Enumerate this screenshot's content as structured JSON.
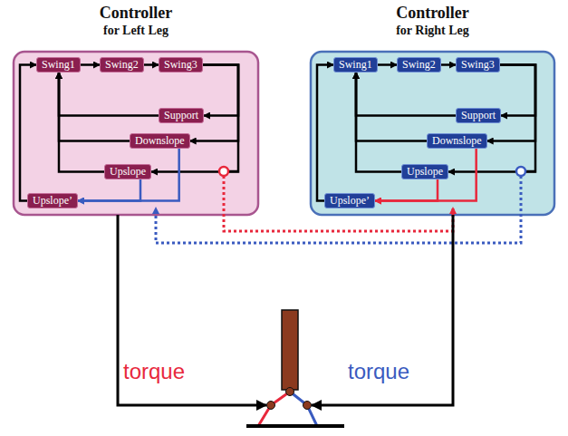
{
  "diagram": {
    "nodes": [
      {
        "text": [
          "Controller",
          "for Left Leg"
        ]
      },
      {
        "text": [
          "Controller",
          "for Right Leg"
        ]
      },
      {
        "text": [
          "Swing1"
        ],
        "in": 0
      },
      {
        "text": [
          "Swing2"
        ],
        "in": 0
      },
      {
        "text": [
          "Swing3"
        ],
        "in": 0
      },
      {
        "text": [
          "Support"
        ],
        "in": 0
      },
      {
        "text": [
          "Downslope"
        ],
        "in": 0
      },
      {
        "text": [
          "Upslope"
        ],
        "in": 0
      },
      {
        "text": [
          "Upslope’"
        ],
        "in": 0
      },
      {
        "text": [
          "Swing1"
        ],
        "in": 1
      },
      {
        "text": [
          "Swing2"
        ],
        "in": 1
      },
      {
        "text": [
          "Swing3"
        ],
        "in": 1
      },
      {
        "text": [
          "Support"
        ],
        "in": 1
      },
      {
        "text": [
          "Downslope"
        ],
        "in": 1
      },
      {
        "text": [
          "Upslope"
        ],
        "in": 1
      },
      {
        "text": [
          "Upslope’"
        ],
        "in": 1
      }
    ],
    "edges": [
      {
        "from": 2,
        "to": 3,
        "arrow": "to"
      },
      {
        "from": 3,
        "to": 4,
        "arrow": "to"
      },
      {
        "from": 4,
        "to": 5,
        "arrow": "to"
      },
      {
        "from": 4,
        "to": 6,
        "arrow": "to"
      },
      {
        "from": 4,
        "to": 7,
        "arrow": "to"
      },
      {
        "from": 5,
        "to": 2,
        "arrow": "to"
      },
      {
        "from": 6,
        "to": 2,
        "arrow": "to"
      },
      {
        "from": 7,
        "to": 2,
        "arrow": "to"
      },
      {
        "from": 8,
        "to": 2,
        "arrow": "to"
      },
      {
        "from": 6,
        "to": 8,
        "arrow": "to"
      },
      {
        "from": 7,
        "to": 8,
        "arrow": "to"
      },
      {
        "from": 9,
        "to": 10,
        "arrow": "to"
      },
      {
        "from": 10,
        "to": 11,
        "arrow": "to"
      },
      {
        "from": 11,
        "to": 12,
        "arrow": "to"
      },
      {
        "from": 11,
        "to": 13,
        "arrow": "to"
      },
      {
        "from": 11,
        "to": 14,
        "arrow": "to"
      },
      {
        "from": 12,
        "to": 9,
        "arrow": "to"
      },
      {
        "from": 13,
        "to": 9,
        "arrow": "to"
      },
      {
        "from": 14,
        "to": 9,
        "arrow": "to"
      },
      {
        "from": 15,
        "to": 9,
        "arrow": "to"
      },
      {
        "from": 13,
        "to": 15,
        "arrow": "to"
      },
      {
        "from": 14,
        "to": 15,
        "arrow": "to"
      }
    ],
    "labels": [
      "torque",
      "torque"
    ]
  }
}
